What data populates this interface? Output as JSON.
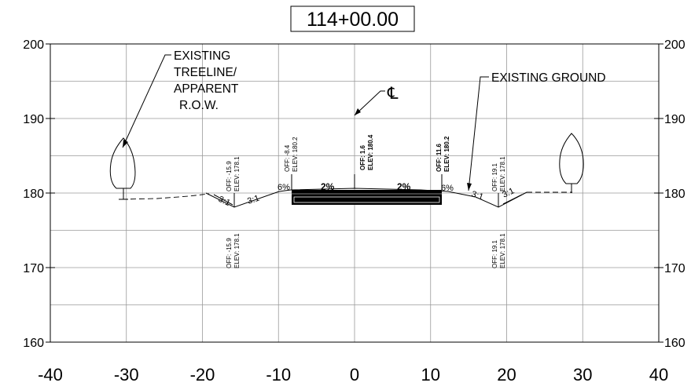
{
  "title": "114+00.00",
  "x_axis": {
    "ticks": [
      "-40",
      "-30",
      "-20",
      "-10",
      "0",
      "10",
      "20",
      "30",
      "40"
    ]
  },
  "y_axis": {
    "ticks": [
      "200",
      "190",
      "180",
      "170",
      "160"
    ]
  },
  "callouts": {
    "treeline": [
      "EXISTING",
      "TREELINE/",
      "APPARENT",
      "R.O.W."
    ],
    "centerline": "℄",
    "existing_ground": "EXISTING GROUND"
  },
  "points": [
    {
      "off": "OFF: -15.9",
      "elev": "ELEV: 178.1"
    },
    {
      "off": "OFF: -8.4",
      "elev": "ELEV: 180.2"
    },
    {
      "off": "OFF: 1.6",
      "elev": "ELEV: 180.4"
    },
    {
      "off": "OFF: 11.6",
      "elev": "ELEV: 180.2"
    },
    {
      "off": "OFF: 19.1",
      "elev": "ELEV: 178.1"
    },
    {
      "off": "OFF: -15.9",
      "elev": "ELEV: 178.1"
    },
    {
      "off": "OFF: 19.1",
      "elev": "ELEV: 178.1"
    }
  ],
  "slopes": {
    "left_foreslope": "3:1",
    "left_backslope": "3:1",
    "right_foreslope": "3:1",
    "right_backslope": "3:1",
    "left_shoulder": "6%",
    "right_shoulder": "6%",
    "left_lane": "2%",
    "right_lane": "2%"
  }
}
